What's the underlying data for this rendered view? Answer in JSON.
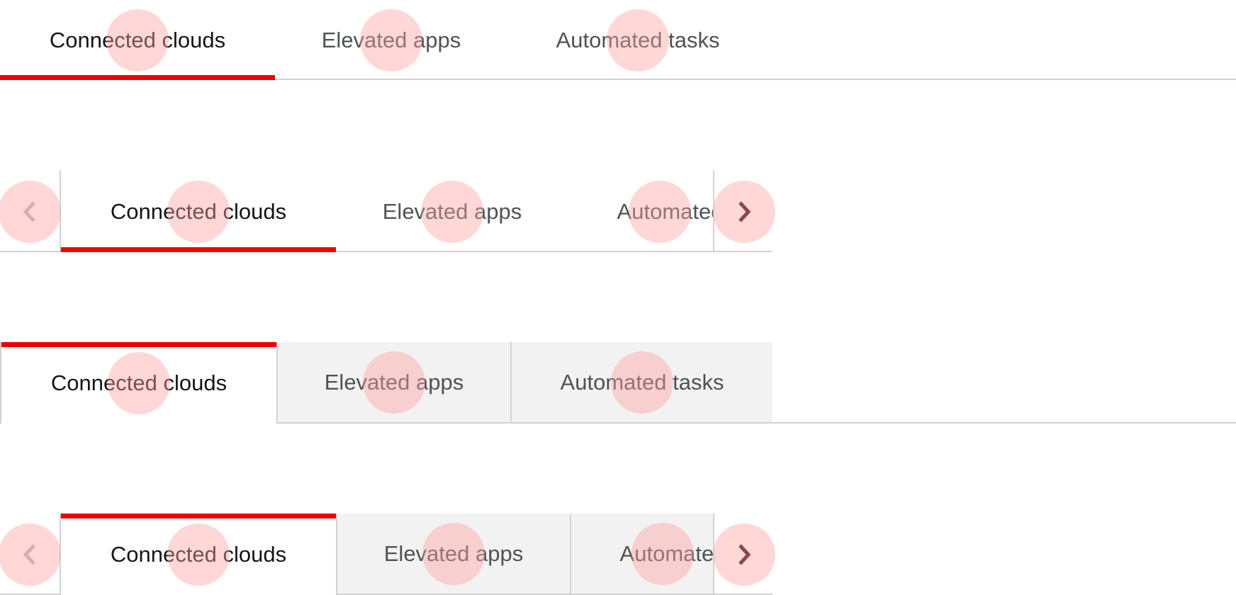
{
  "colors": {
    "accent": "#ee0000",
    "border": "#d2d2d2",
    "inactive_tab_bg": "#f2f2f2",
    "text_active": "#151515",
    "text_inactive": "#4f5255",
    "touch_indicator": "#ffb3b3"
  },
  "icons": {
    "scroll_left": "chevron-left-icon",
    "scroll_right": "chevron-right-icon"
  },
  "variants": [
    {
      "style": "default",
      "scrollable": false,
      "tabs": [
        {
          "label": "Connected clouds",
          "active": true
        },
        {
          "label": "Elevated apps",
          "active": false
        },
        {
          "label": "Automated tasks",
          "active": false
        }
      ]
    },
    {
      "style": "default",
      "scrollable": true,
      "tabs": [
        {
          "label": "Connected clouds",
          "active": true
        },
        {
          "label": "Elevated apps",
          "active": false
        },
        {
          "label": "Automated tasks",
          "active": false
        }
      ]
    },
    {
      "style": "boxed",
      "scrollable": false,
      "tabs": [
        {
          "label": "Connected clouds",
          "active": true
        },
        {
          "label": "Elevated apps",
          "active": false
        },
        {
          "label": "Automated tasks",
          "active": false
        }
      ]
    },
    {
      "style": "boxed",
      "scrollable": true,
      "tabs": [
        {
          "label": "Connected clouds",
          "active": true
        },
        {
          "label": "Elevated apps",
          "active": false
        },
        {
          "label": "Automated tasks",
          "active": false
        }
      ]
    }
  ]
}
